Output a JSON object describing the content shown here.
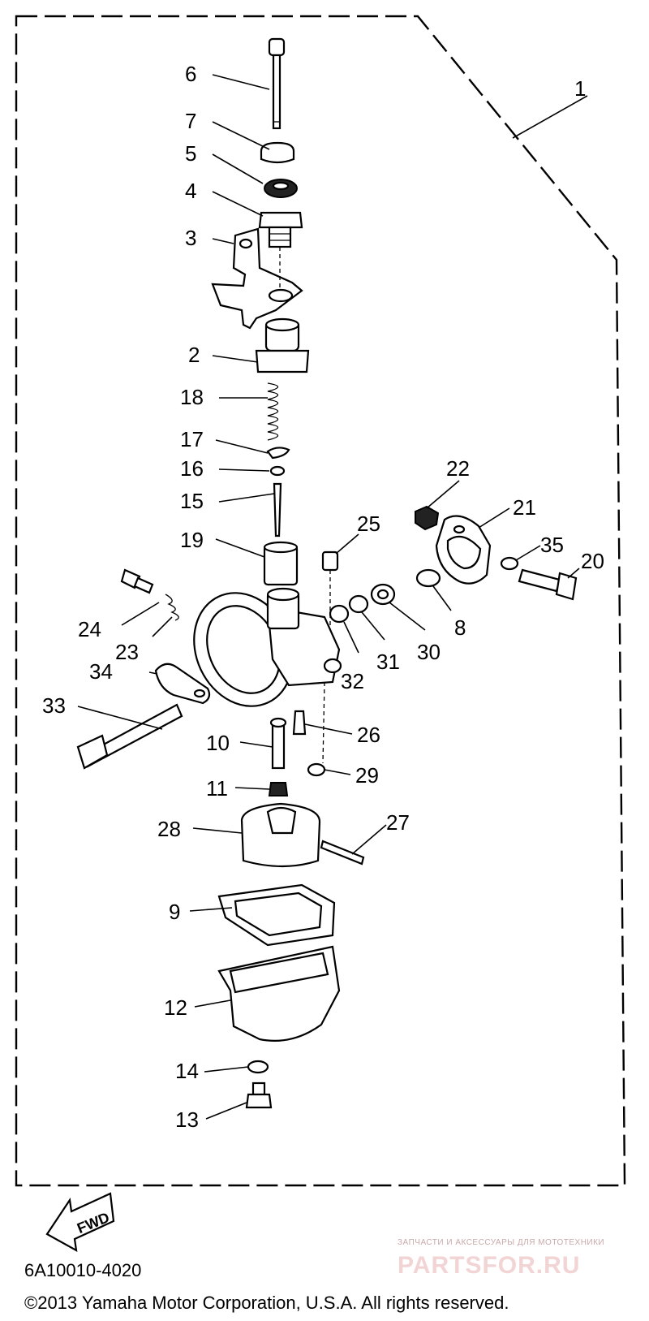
{
  "callouts": {
    "p1": "1",
    "p2": "2",
    "p3": "3",
    "p4": "4",
    "p5": "5",
    "p6": "6",
    "p7": "7",
    "p8": "8",
    "p9": "9",
    "p10": "10",
    "p11": "11",
    "p12": "12",
    "p13": "13",
    "p14": "14",
    "p15": "15",
    "p16": "16",
    "p17": "17",
    "p18": "18",
    "p19": "19",
    "p20": "20",
    "p21": "21",
    "p22": "22",
    "p23": "23",
    "p24": "24",
    "p25": "25",
    "p26": "26",
    "p27": "27",
    "p28": "28",
    "p29": "29",
    "p30": "30",
    "p31": "31",
    "p32": "32",
    "p33": "33",
    "p34": "34",
    "p35": "35"
  },
  "fwd_label": "FWD",
  "catalog_code": "6A10010-4020",
  "copyright": "©2013 Yamaha Motor Corporation, U.S.A. All rights reserved.",
  "watermark": {
    "tagline": "ЗАПЧАСТИ И АКСЕССУАРЫ ДЛЯ МОТОТЕХНИКИ",
    "brand": "PARTSFOR.RU"
  },
  "colors": {
    "line": "#000000",
    "background": "#ffffff",
    "watermark": "#e8b8b8"
  }
}
